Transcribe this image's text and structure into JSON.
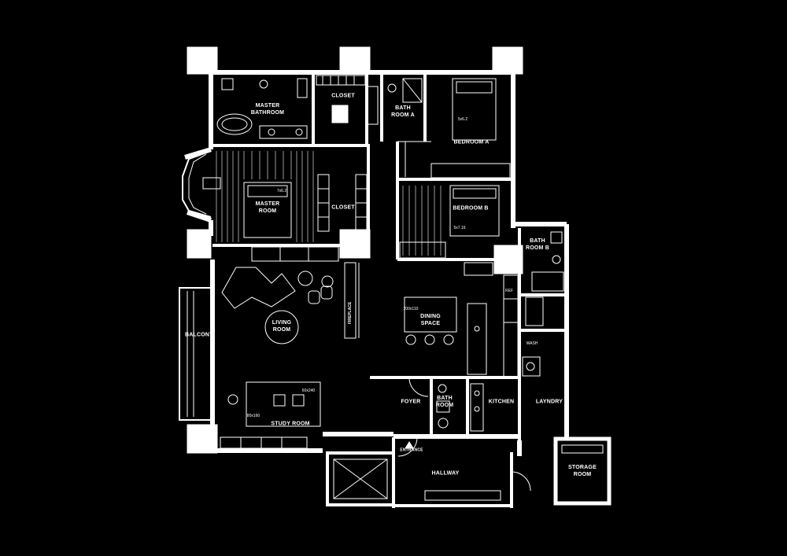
{
  "plan": {
    "background": "#000000",
    "line_color": "#ffffff",
    "rooms": {
      "master_bathroom": "MASTER\nBATHROOM",
      "closet_top": "CLOSET",
      "bath_room_a": "BATH\nROOM A",
      "bedroom_a": "BEDROOM A",
      "master_room": "MASTER\nROOM",
      "closet_mid": "CLOSET",
      "bedroom_b": "BEDROOM B",
      "bath_room_b": "BATH\nROOM B",
      "living_room": "LIVING\nROOM",
      "balcony": "BALCONY",
      "dining_space": "DINING\nSPACE",
      "study_room": "STUDY ROOM",
      "foyer": "FOYER",
      "bath_room_small": "BATH\nROOM",
      "kitchen": "KITCHEN",
      "laundry": "LAYNDRY",
      "entrance": "ENTRANCE",
      "hallway": "HALLWAY",
      "storage_room": "STORAGE\nROOM"
    },
    "annotations": {
      "fireplace": "FIREPLACE",
      "wash": "WASH",
      "ref": "REF",
      "bed_a_size": "5x6.2",
      "master_bed_size": "7x6.2",
      "bed_b_size": "5x7.16",
      "dining_table_size": "200x110",
      "desk_long_size": "60x240",
      "desk_small_size": "80x160"
    }
  }
}
